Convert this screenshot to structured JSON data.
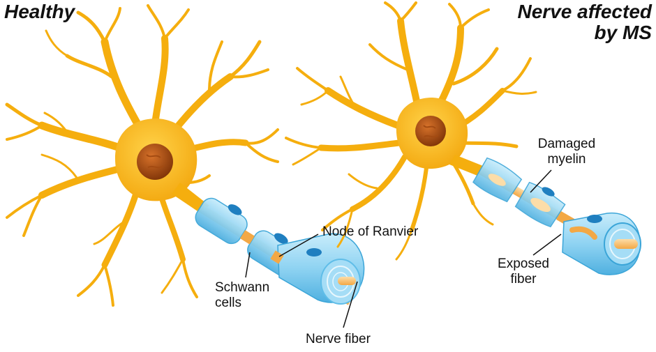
{
  "panels": {
    "healthy": {
      "title": "Healthy"
    },
    "ms": {
      "title": "Nerve affected\nby MS"
    }
  },
  "labels": {
    "node_of_ranvier": "Node of Ranvier",
    "schwann_cells": "Schwann\ncells",
    "nerve_fiber": "Nerve fiber",
    "damaged_myelin": "Damaged\nmyelin",
    "exposed_fiber": "Exposed\nfiber"
  },
  "colors": {
    "neuron": "#F7B10D",
    "neuron_dark": "#E69500",
    "nucleus": "#B8520F",
    "myelin": "#8FD3F2",
    "myelin_edge": "#3BA5D8",
    "schwann_nucleus": "#1F7FC0",
    "axon": "#F9C27A"
  }
}
